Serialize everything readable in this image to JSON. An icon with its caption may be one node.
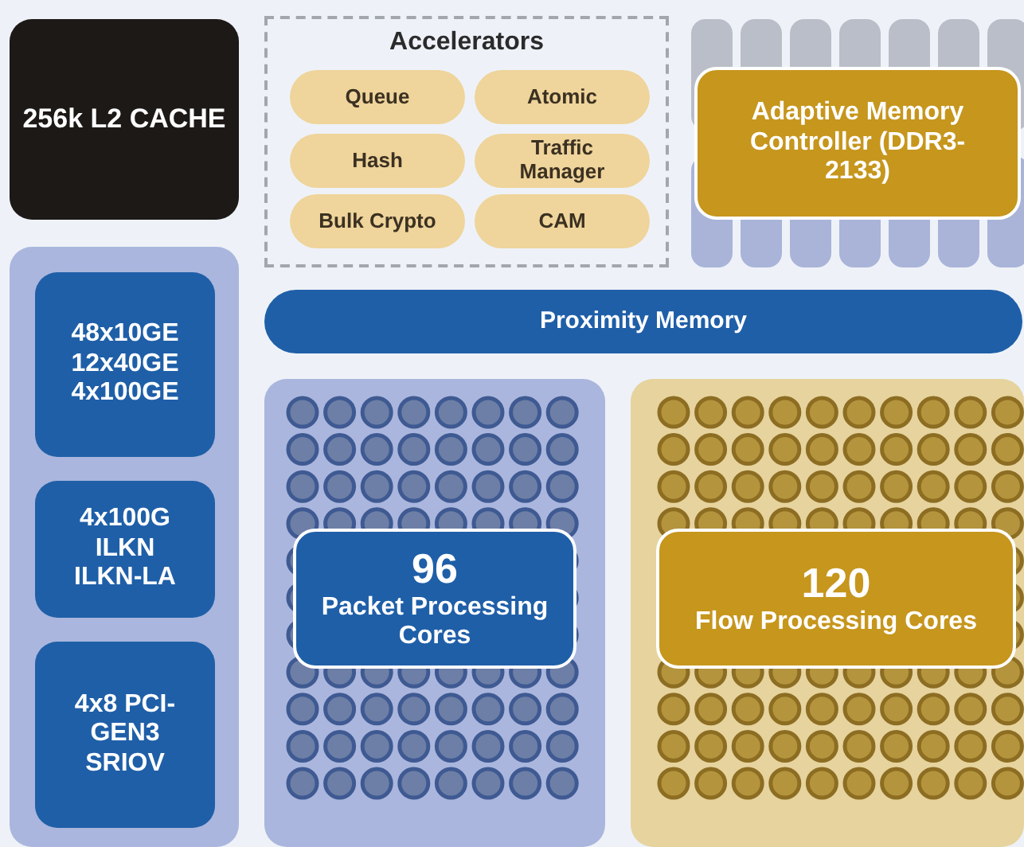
{
  "diagram": {
    "nodes": [
      {
        "text": [
          "256k L2 CACHE"
        ]
      },
      {
        "text": [
          "Accelerators"
        ]
      },
      {
        "text": [
          "Queue"
        ],
        "in": 1
      },
      {
        "text": [
          "Atomic"
        ],
        "in": 1
      },
      {
        "text": [
          "Hash"
        ],
        "in": 1
      },
      {
        "text": [
          "Traffic Manager"
        ],
        "in": 1
      },
      {
        "text": [
          "Bulk Crypto"
        ],
        "in": 1
      },
      {
        "text": [
          "CAM"
        ],
        "in": 1
      },
      {
        "text": [
          "Adaptive Memory Controller (DDR3-2133)"
        ]
      },
      {
        "text": [],
        "shape": "box"
      },
      {
        "text": [
          "48x10GE 12x40GE 4x100GE"
        ],
        "in": 9
      },
      {
        "text": [
          "4x100G ILKN ILKN-LA"
        ],
        "in": 9
      },
      {
        "text": [
          "4x8 PCI-GEN3 SRIOV"
        ],
        "in": 9
      },
      {
        "text": [
          "Proximity Memory"
        ]
      },
      {
        "text": [],
        "shape": "box"
      },
      {
        "text": [
          "96",
          "Packet Processing Cores"
        ],
        "in": 14
      },
      {
        "text": [],
        "shape": "box"
      },
      {
        "text": [
          "120",
          "Flow Processing Cores"
        ],
        "in": 16
      }
    ]
  }
}
